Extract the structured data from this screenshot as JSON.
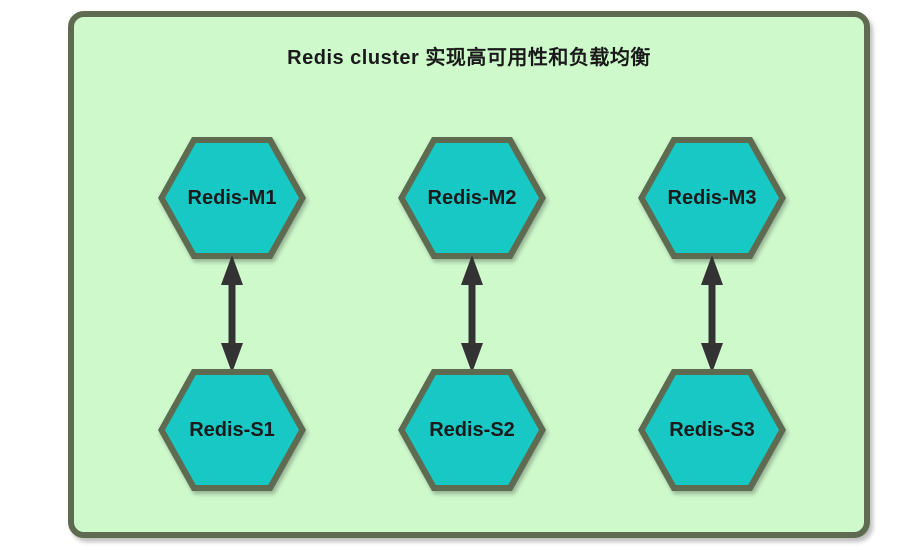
{
  "title": "Redis cluster 实现高可用性和负载均衡",
  "colors": {
    "frame_bg": "#cdf9cb",
    "border": "#5e6b51",
    "hex_fill": "#17c8c5",
    "arrow": "#333333",
    "text": "#1a1a1a"
  },
  "columns": [
    {
      "master": "Redis-M1",
      "slave": "Redis-S1"
    },
    {
      "master": "Redis-M2",
      "slave": "Redis-S2"
    },
    {
      "master": "Redis-M3",
      "slave": "Redis-S3"
    }
  ]
}
